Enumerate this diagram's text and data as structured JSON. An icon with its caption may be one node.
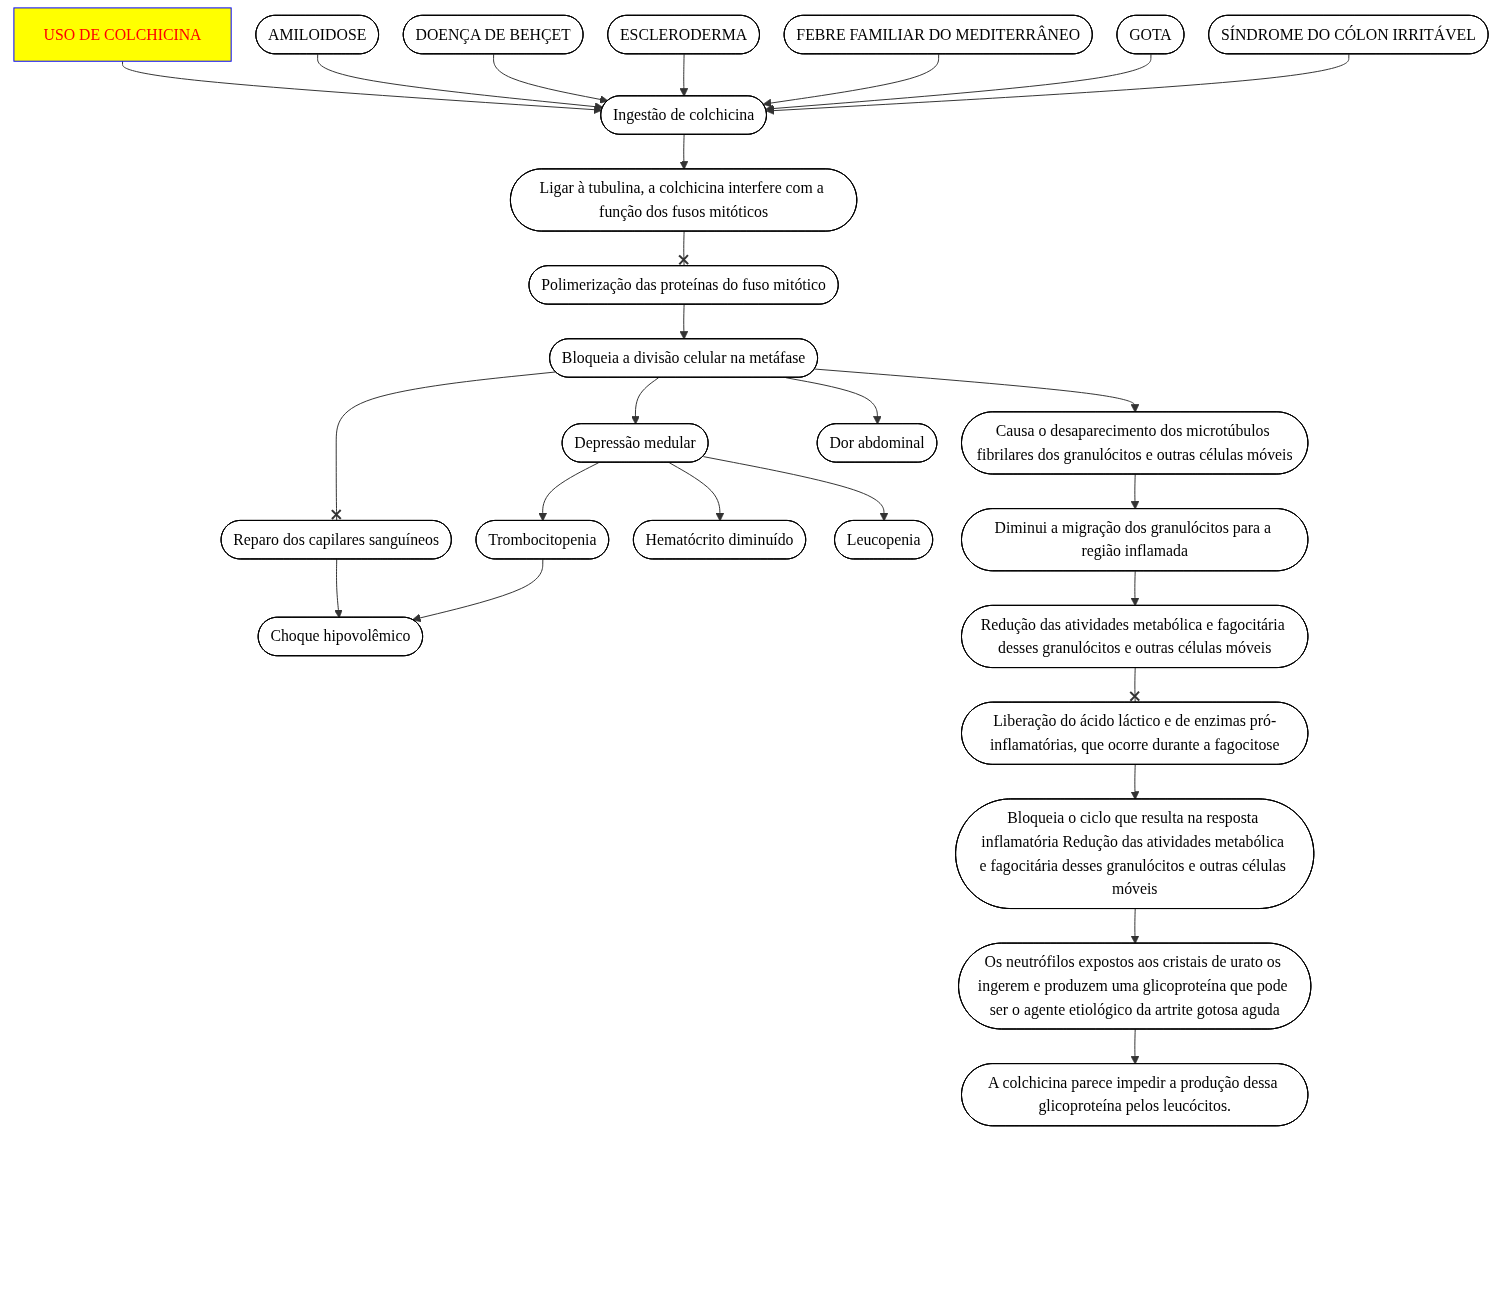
{
  "diagram": {
    "nodes": [
      {
        "text": [
          "USO DE COLCHICINA"
        ]
      },
      {
        "text": [
          "AMILOIDOSE"
        ]
      },
      {
        "text": [
          "DOENÇA DE BEHÇET"
        ]
      },
      {
        "text": [
          "ESCLERODERMA"
        ]
      },
      {
        "text": [
          "FEBRE FAMILIAR DO MEDITERRÂNEO"
        ]
      },
      {
        "text": [
          "GOTA"
        ]
      },
      {
        "text": [
          "SÍNDROME DO CÓLON IRRITÁVEL"
        ]
      },
      {
        "text": [
          "Ingestão de colchicina"
        ]
      },
      {
        "text": [
          "Ligar à tubulina, a colchicina interfere com a função dos fusos mitóticos"
        ]
      },
      {
        "text": [
          "Polimerização das proteínas do fuso mitótico"
        ]
      },
      {
        "text": [
          "Bloqueia a divisão celular na metáfase"
        ]
      },
      {
        "text": [
          "Reparo dos capilares sanguíneos"
        ]
      },
      {
        "text": [
          "Depressão medular"
        ]
      },
      {
        "text": [
          "Causa o desaparecimento dos microtúbulos fibrilares dos granulócitos e outras células móveis"
        ]
      },
      {
        "text": [
          "Dor abdominal"
        ]
      },
      {
        "text": [
          "Trombocitopenia"
        ]
      },
      {
        "text": [
          "Hematócrito diminuído"
        ]
      },
      {
        "text": [
          "Leucopenia"
        ]
      },
      {
        "text": [
          "Diminui a migração dos granulócitos para a região inflamada"
        ]
      },
      {
        "text": [
          "Choque hipovolêmico"
        ]
      },
      {
        "text": [
          "Redução das atividades metabólica e fagocitária desses granulócitos e outras células móveis"
        ]
      },
      {
        "text": [
          "Liberação do ácido láctico e de enzimas pró-inflamatórias, que ocorre durante a fagocitose"
        ]
      },
      {
        "text": [
          "Bloqueia o ciclo que resulta na resposta inflamatória Redução das atividades metabólica e fagocitária desses granulócitos e outras células móveis"
        ]
      },
      {
        "text": [
          "Os neutrófilos expostos aos cristais de urato os ingerem e produzem uma glicoproteína que pode ser o agente etiológico da artrite gotosa aguda"
        ]
      },
      {
        "text": [
          "A colchicina parece impedir a produção dessa glicoproteína pelos leucócitos."
        ]
      }
    ],
    "edges": [
      {
        "from": 0,
        "to": 7,
        "arrow": "to"
      },
      {
        "from": 1,
        "to": 7,
        "arrow": "to"
      },
      {
        "from": 2,
        "to": 7,
        "arrow": "to"
      },
      {
        "from": 3,
        "to": 7,
        "arrow": "to"
      },
      {
        "from": 4,
        "to": 7,
        "arrow": "to"
      },
      {
        "from": 5,
        "to": 7,
        "arrow": "to"
      },
      {
        "from": 6,
        "to": 7,
        "arrow": "to"
      },
      {
        "from": 7,
        "to": 8,
        "arrow": "to"
      },
      {
        "from": 8,
        "to": 9,
        "arrow": "other"
      },
      {
        "from": 9,
        "to": 10,
        "arrow": "to"
      },
      {
        "from": 10,
        "to": 11,
        "arrow": "other"
      },
      {
        "from": 10,
        "to": 12,
        "arrow": "to"
      },
      {
        "from": 10,
        "to": 13,
        "arrow": "to"
      },
      {
        "from": 10,
        "to": 14,
        "arrow": "to"
      },
      {
        "from": 12,
        "to": 15,
        "arrow": "to"
      },
      {
        "from": 12,
        "to": 16,
        "arrow": "to"
      },
      {
        "from": 12,
        "to": 17,
        "arrow": "to"
      },
      {
        "from": 13,
        "to": 18,
        "arrow": "to"
      },
      {
        "from": 11,
        "to": 19,
        "arrow": "to"
      },
      {
        "from": 15,
        "to": 19,
        "arrow": "to"
      },
      {
        "from": 18,
        "to": 20,
        "arrow": "to"
      },
      {
        "from": 20,
        "to": 21,
        "arrow": "other"
      },
      {
        "from": 21,
        "to": 22,
        "arrow": "to"
      },
      {
        "from": 22,
        "to": 23,
        "arrow": "to"
      },
      {
        "from": 23,
        "to": 24,
        "arrow": "to"
      }
    ]
  }
}
